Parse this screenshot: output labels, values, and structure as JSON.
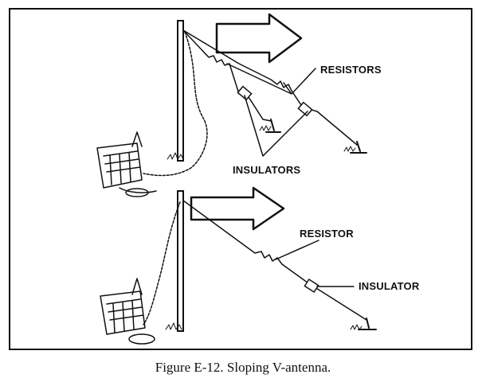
{
  "figure": {
    "caption": "Figure E-12. Sloping V-antenna."
  },
  "top_panel": {
    "labels": {
      "resistors": "RESISTORS",
      "insulators": "INSULATORS"
    }
  },
  "bottom_panel": {
    "labels": {
      "resistor": "RESISTOR",
      "insulator": "INSULATOR"
    }
  }
}
